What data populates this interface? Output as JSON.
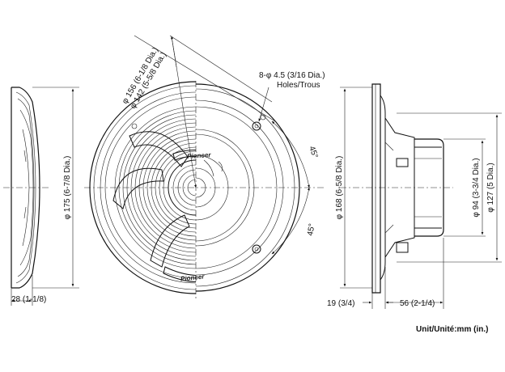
{
  "labels": {
    "d156": "φ 156 (6-1/8 Dia.)",
    "d142": "φ 142 (5-5/8 Dia.)",
    "holes": "8-φ 4.5 (3/16 Dia.)",
    "holes_sub": "Holes/Trous",
    "angle_top": "45°",
    "angle_bottom": "45°",
    "d175": "φ 175 (6-7/8 Dia.)",
    "d168": "φ 168 (6-5/8 Dia.)",
    "d94": "φ 94 (3-3/4 Dia.)",
    "d127": "φ 127 (5 Dia.)",
    "depth_left": "28 (1-1/8)",
    "depth_flange": "19 (3/4)",
    "depth_magnet": "56 (2-1/4)",
    "unit": "Unit/Unité:mm (in.)",
    "logo_front": "Pioneer",
    "logo_grille": "Pioneer"
  }
}
